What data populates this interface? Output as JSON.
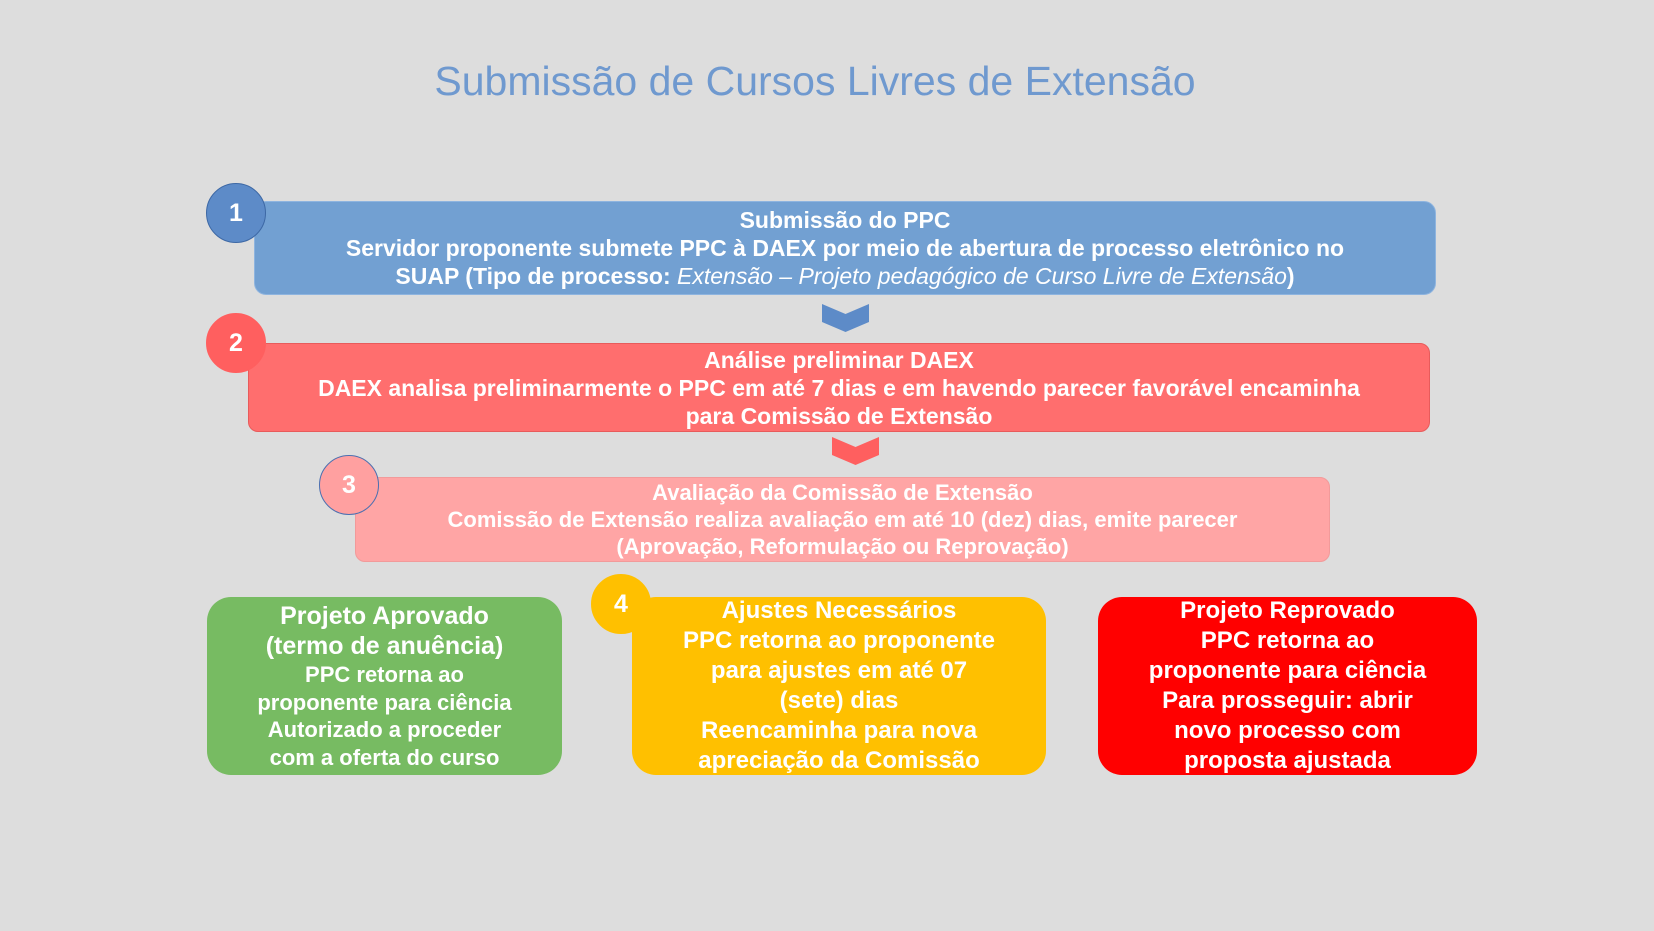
{
  "title": "Submissão de Cursos Livres de Extensão",
  "steps": [
    {
      "number": "1",
      "heading": "Submissão do PPC",
      "line1": "Servidor proponente submete PPC à DAEX por meio de abertura de processo eletrônico no",
      "line2_prefix": "SUAP (Tipo de processo: ",
      "line2_italic": "Extensão – Projeto pedagógico de Curso Livre de Extensão",
      "line2_suffix": ")",
      "color": "#72a0d2"
    },
    {
      "number": "2",
      "heading": "Análise preliminar DAEX",
      "line1": "DAEX analisa preliminarmente o PPC em até 7 dias e em havendo parecer favorável encaminha",
      "line2": "para Comissão de Extensão",
      "color": "#ff6e6e"
    },
    {
      "number": "3",
      "heading": "Avaliação da Comissão de Extensão",
      "line1": "Comissão de Extensão realiza avaliação em até 10 (dez) dias, emite parecer",
      "line2": "(Aprovação, Reformulação ou Reprovação)",
      "color": "#ffa5a5"
    }
  ],
  "outcomes": {
    "approved": {
      "lines": [
        "Projeto Aprovado",
        "(termo de anuência)",
        "PPC retorna ao",
        "proponente para ciência",
        "Autorizado a proceder",
        "com a oferta do curso"
      ],
      "color": "#77bb62"
    },
    "adjustments": {
      "number": "4",
      "lines": [
        "Ajustes Necessários",
        "PPC retorna ao proponente",
        "para ajustes em até 07",
        "(sete) dias",
        "Reencaminha para nova",
        "apreciação da Comissão"
      ],
      "color": "#ffc000"
    },
    "rejected": {
      "lines": [
        "Projeto Reprovado",
        "PPC retorna ao",
        "proponente para ciência",
        "Para prosseguir: abrir",
        "novo processo com",
        "proposta ajustada"
      ],
      "color": "#ff0000"
    }
  }
}
